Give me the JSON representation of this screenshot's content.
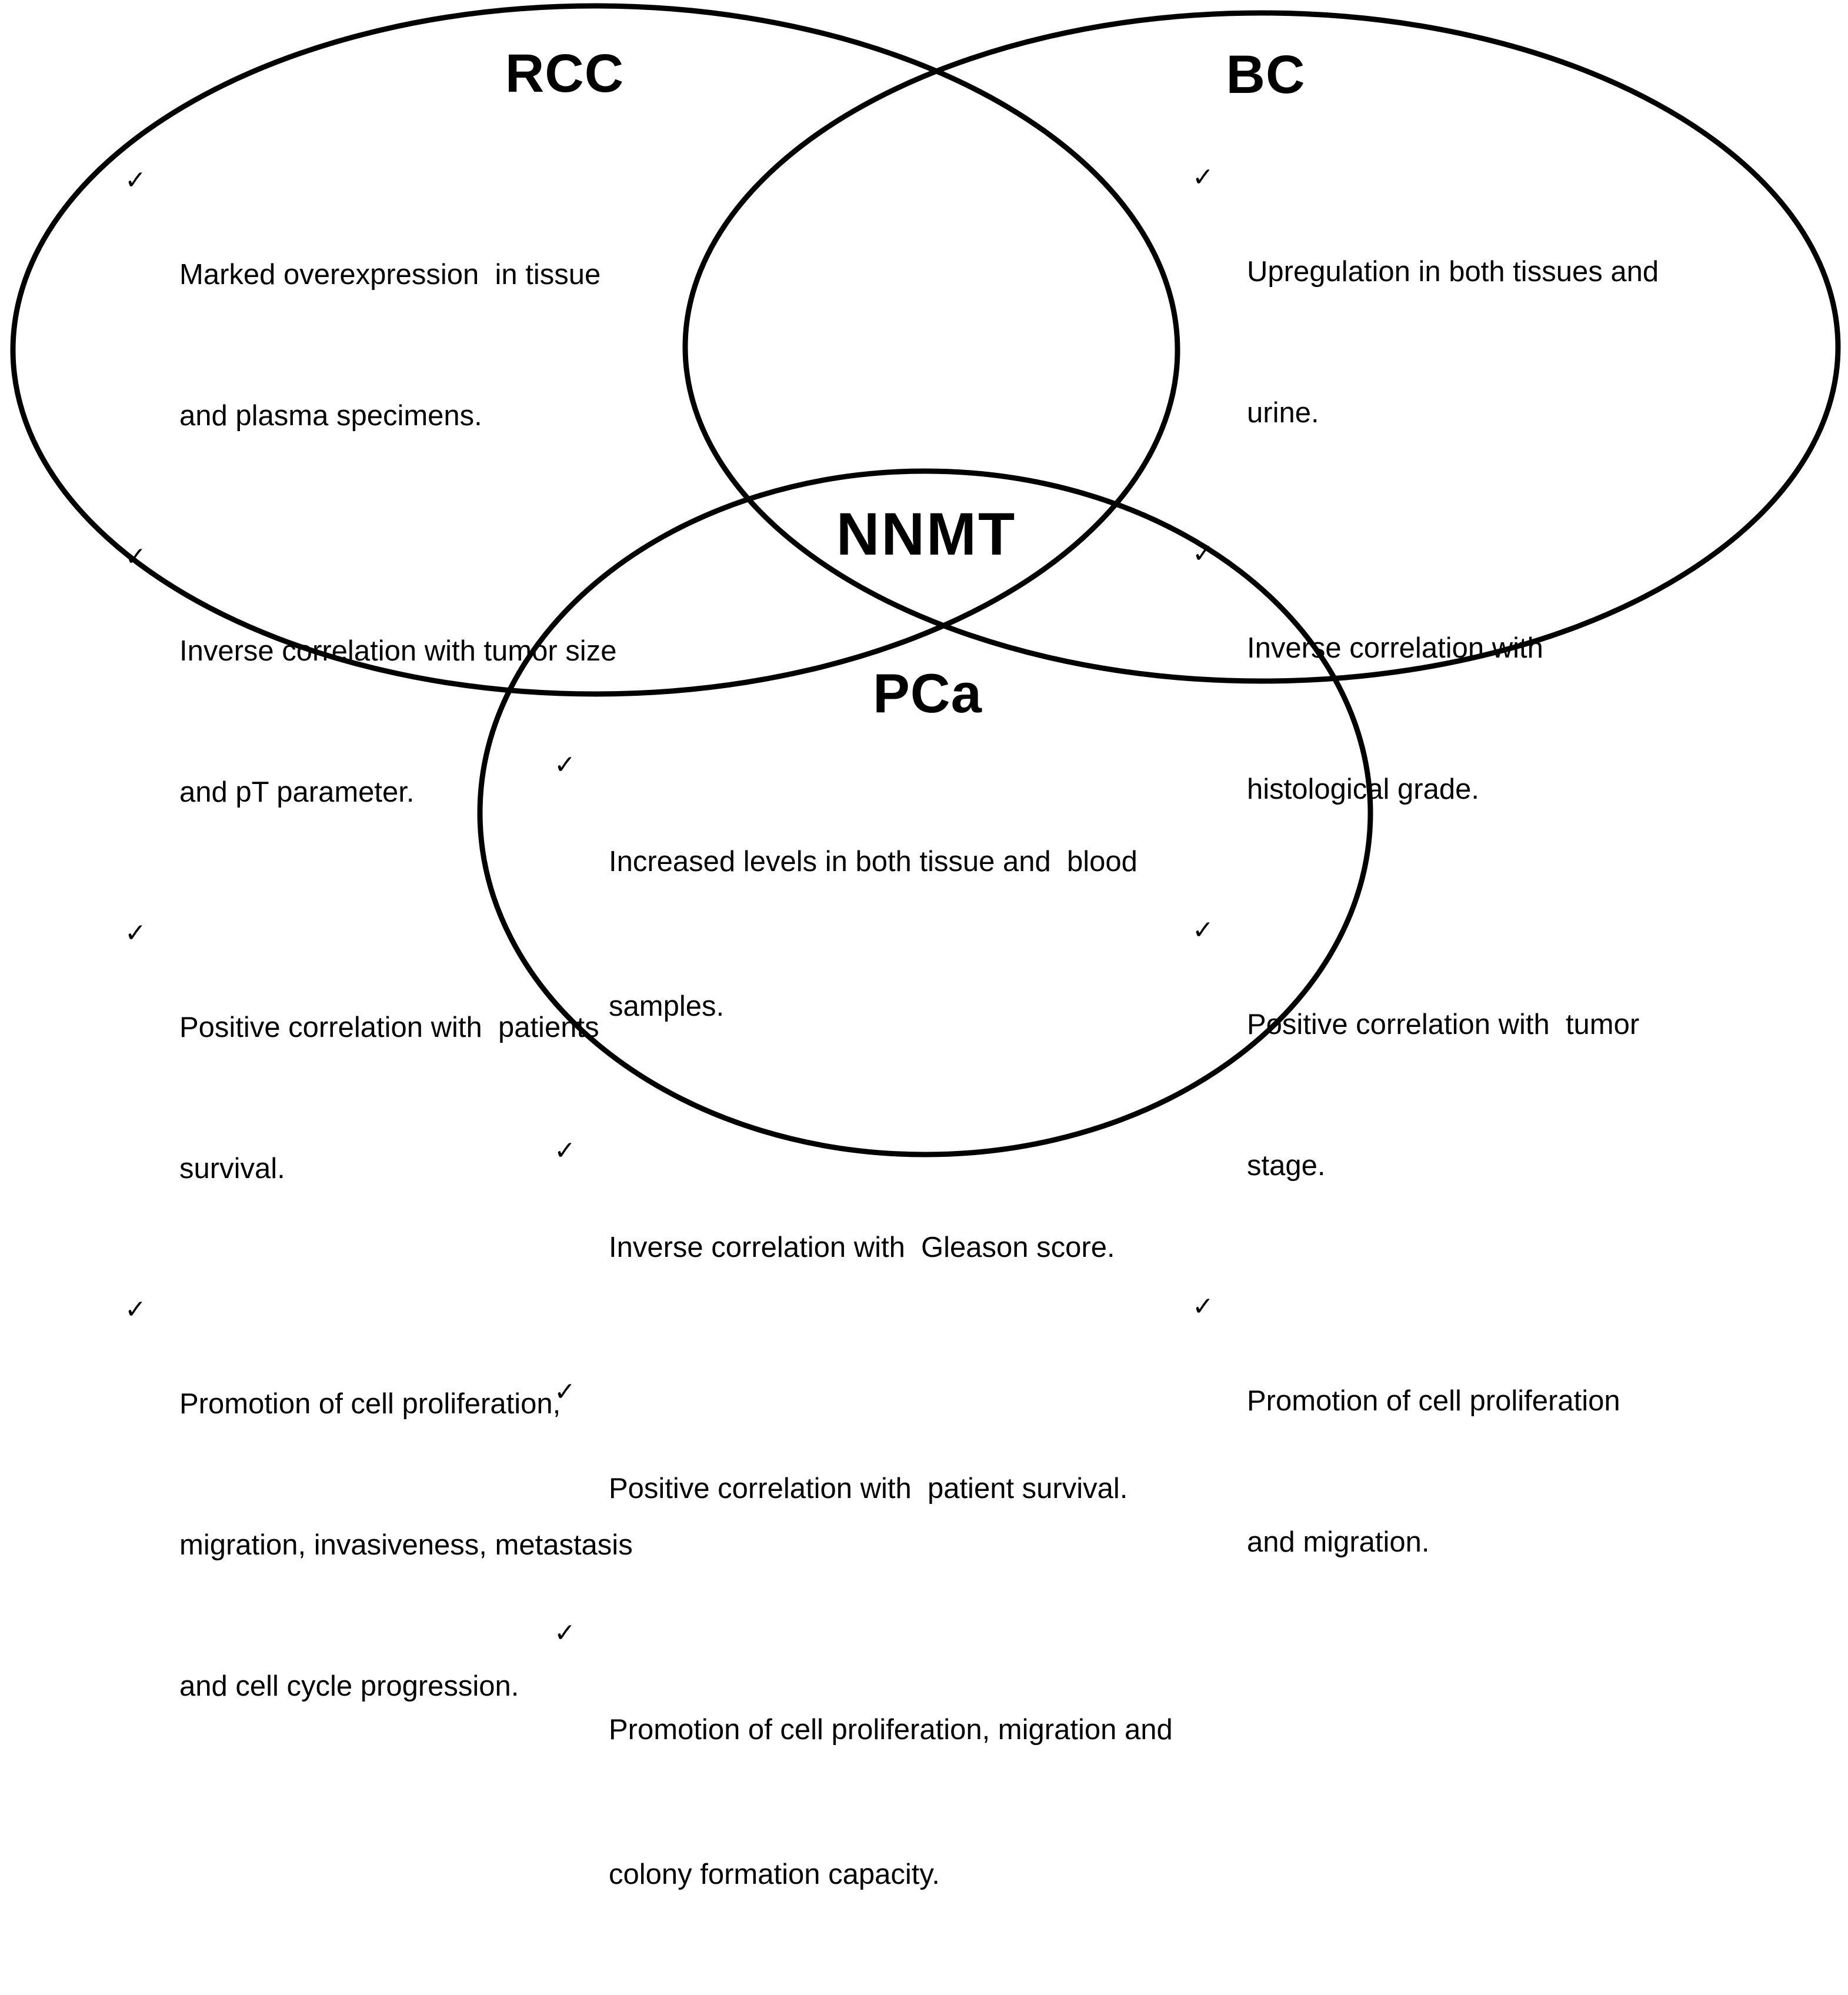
{
  "venn": {
    "background": "#ffffff",
    "stroke_color": "#000000",
    "stroke_width": "9",
    "text_color": "#000000",
    "center_label": "NNMT",
    "checkmark_glyph": "✓",
    "sets": [
      {
        "id": "rcc",
        "title": "RCC",
        "bullets": [
          {
            "lines": [
              "Marked overexpression  in tissue",
              "and plasma specimens."
            ]
          },
          {
            "lines": [
              "Inverse correlation with tumor size",
              "and pT parameter."
            ]
          },
          {
            "lines": [
              "Positive correlation with  patients",
              "survival."
            ]
          },
          {
            "lines": [
              "Promotion of cell proliferation,",
              "migration, invasiveness, metastasis",
              "and cell cycle progression."
            ]
          }
        ]
      },
      {
        "id": "bc",
        "title": "BC",
        "bullets": [
          {
            "lines": [
              "Upregulation in both tissues and",
              "urine."
            ]
          },
          {
            "lines": [
              "Inverse correlation with",
              "histological grade."
            ]
          },
          {
            "lines": [
              "Positive correlation with  tumor",
              "stage."
            ]
          },
          {
            "lines": [
              "Promotion of cell proliferation",
              "and migration."
            ]
          }
        ]
      },
      {
        "id": "pca",
        "title": "PCa",
        "bullets": [
          {
            "lines": [
              "Increased levels in both tissue and  blood",
              "samples."
            ]
          },
          {
            "lines": [
              "Inverse correlation with  Gleason score."
            ]
          },
          {
            "lines": [
              "Positive correlation with  patient survival."
            ]
          },
          {
            "lines": [
              "Promotion of cell proliferation, migration and",
              "colony formation capacity."
            ]
          }
        ]
      }
    ]
  }
}
